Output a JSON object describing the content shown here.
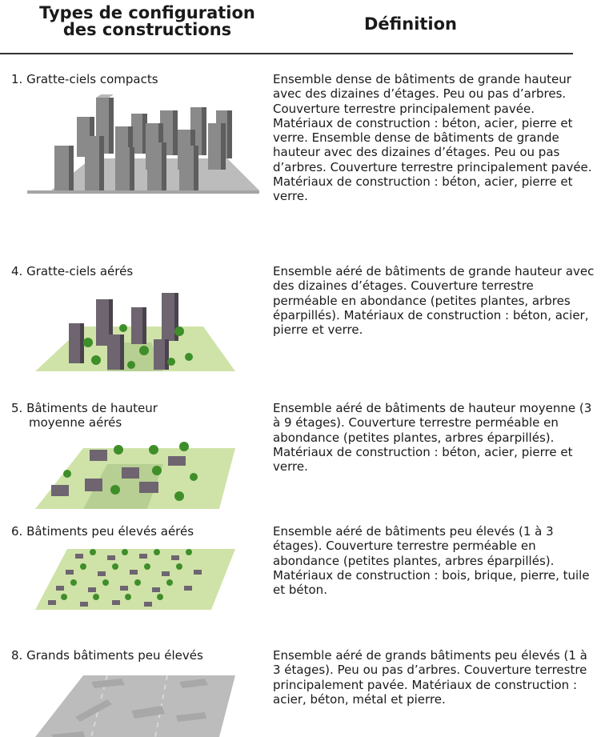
{
  "header": {
    "col1_line1": "Types de configuration",
    "col1_line2": "des constructions",
    "col2": "Définition"
  },
  "rows": [
    {
      "title": "1. Gratte-ciels compacts",
      "definition": "Ensemble dense de bâtiments de grande hauteur avec des dizaines d’étages. Peu ou pas d’arbres. Couverture terrestre principalement pavée. Matériaux de construction : béton, acier, pierre et verre. Ensemble dense de bâtiments de grande hauteur avec des dizaines d’étages. Peu ou pas d’arbres. Couverture terrestre principalement pavée. Matériaux de construction : béton, acier, pierre et verre."
    },
    {
      "title": "4. Gratte-ciels aérés",
      "definition": "Ensemble aéré de bâtiments de grande hauteur avec des dizaines d’étages. Couverture terrestre perméable en abondance (petites plantes, arbres éparpillés). Matériaux de construction : béton, acier, pierre et verre."
    },
    {
      "title_line1": "5. Bâtiments de hauteur",
      "title_line2": "moyenne aérés",
      "definition": "Ensemble aéré de bâtiments de hauteur moyenne (3 à 9 étages). Couverture terrestre perméable en abondance (petites plantes, arbres éparpillés). Matériaux de construction : béton, acier, pierre et verre."
    },
    {
      "title": "6. Bâtiments peu élevés aérés",
      "definition": "Ensemble aéré de bâtiments peu élevés (1 à 3 étages). Couverture terrestre perméable en abondance (petites plantes, arbres éparpillés). Matériaux de construction : bois, brique, pierre, tuile et béton."
    },
    {
      "title": "8. Grands bâtiments peu élevés",
      "definition": "Ensemble aéré de grands bâtiments peu élevés (1 à 3 étages). Peu ou pas d’arbres. Couverture terrestre principalement pavée. Matériaux de construction : acier, béton, métal et pierre."
    }
  ],
  "colors": {
    "ground_paved": "#bcbcbc",
    "ground_green": "#cfe3a8",
    "building_front": "#8a8a8a",
    "building_side": "#5e5e5e",
    "building_top": "#b8b8b8",
    "dark_building_front": "#6e6570",
    "dark_building_side": "#4a424c",
    "tree_green": "#3e8e2a",
    "trunk": "#6b3a1e"
  },
  "icons": [
    "compact-highrise-illustration",
    "open-highrise-illustration",
    "open-midrise-illustration",
    "open-lowrise-illustration",
    "large-lowrise-illustration"
  ]
}
